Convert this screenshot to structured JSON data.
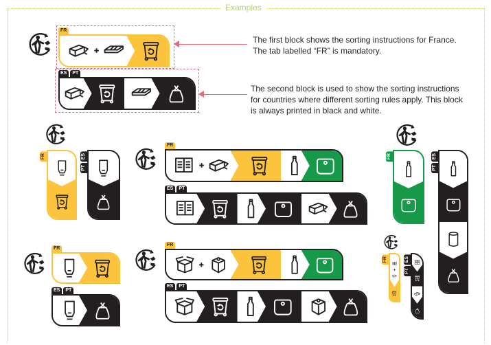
{
  "frame": {
    "title": "Examples"
  },
  "annotations": {
    "first": "The first block shows the sorting instructions for France. The tab labelled “FR” is mandatory.",
    "second": "The second block is used to show the sorting instructions for countries where different sorting rules apply. This block is always printed in black and white."
  },
  "tabs": {
    "fr": "FR",
    "es": "ES",
    "pt": "PT"
  },
  "colors": {
    "yellow": "#fcc33c",
    "green": "#17994a",
    "black": "#231f20",
    "white": "#ffffff",
    "annotation_pink": "#e8677d",
    "frame_green": "#c5dc6c"
  },
  "icons": [
    "triman-icon",
    "box-icon",
    "tray-icon",
    "plus-icon",
    "recycling-bin-icon",
    "trash-bag-icon",
    "tube-icon",
    "papers-icon",
    "bottle-icon",
    "glass-bin-icon",
    "cylinder-icon",
    "open-box-icon",
    "cube-box-icon"
  ]
}
